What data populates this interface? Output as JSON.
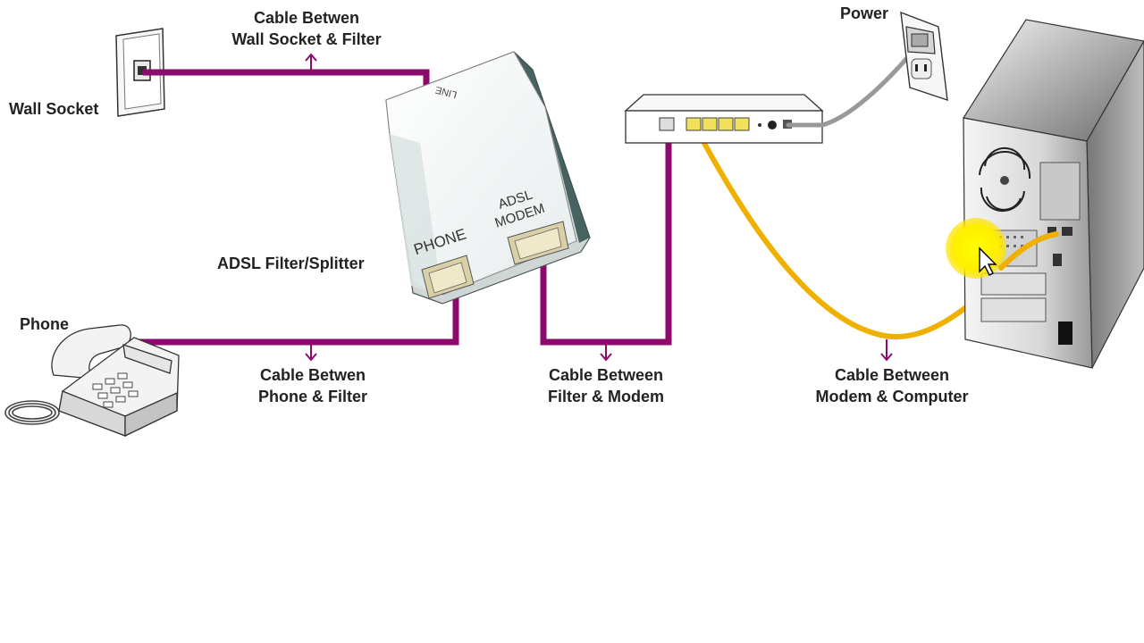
{
  "labels": {
    "wall_socket": "Wall Socket",
    "phone": "Phone",
    "filter": "ADSL Filter/Splitter",
    "power": "Power",
    "cable_wall_filter": [
      "Cable Betwen",
      "Wall Socket & Filter"
    ],
    "cable_phone_filter": [
      "Cable Betwen",
      "Phone & Filter"
    ],
    "cable_filter_modem": [
      "Cable Between",
      "Filter & Modem"
    ],
    "cable_modem_computer": [
      "Cable Between",
      "Modem & Computer"
    ]
  },
  "device_text": {
    "filter_line": "LINE",
    "filter_phone": "PHONE",
    "filter_adsl": "ADSL",
    "filter_modem": "MODEM"
  },
  "colors": {
    "phone_cable": "#8b0a6b",
    "ethernet_cable": "#f0b000",
    "cursor_highlight": "#ffff00"
  }
}
